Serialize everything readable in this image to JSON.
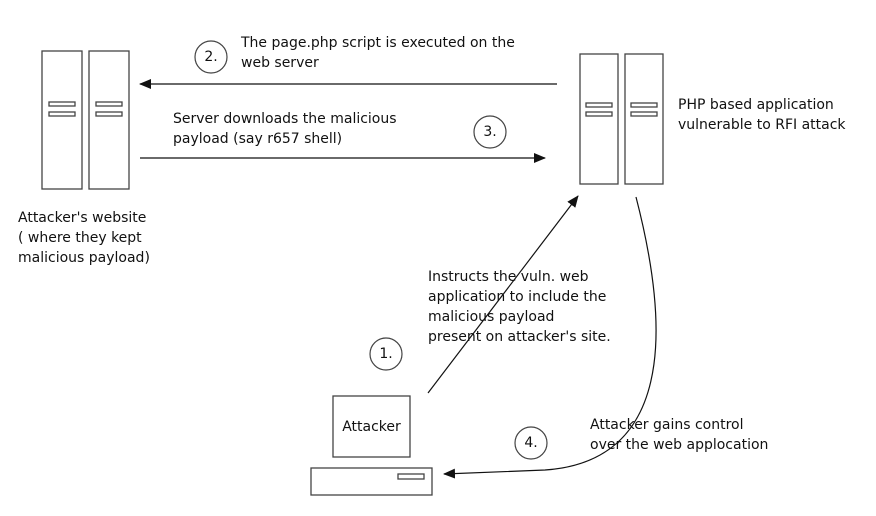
{
  "nodes": {
    "attacker_site_label": [
      "Attacker's website",
      "( where they kept",
      "malicious payload)"
    ],
    "vulnerable_app_label": [
      "PHP based application",
      "vulnerable to RFI attack"
    ],
    "attacker_machine_label": "Attacker"
  },
  "steps": [
    {
      "number": "1.",
      "text": [
        "Instructs the vuln. web",
        "application to include the",
        "malicious payload",
        "present on attacker's site."
      ]
    },
    {
      "number": "2.",
      "text": [
        "The page.php script is executed on the",
        "web server"
      ]
    },
    {
      "number": "3.",
      "text": [
        "Server downloads the malicious",
        "payload (say r657 shell)"
      ]
    },
    {
      "number": "4.",
      "text": [
        "Attacker gains control",
        "over the web applocation"
      ]
    }
  ]
}
